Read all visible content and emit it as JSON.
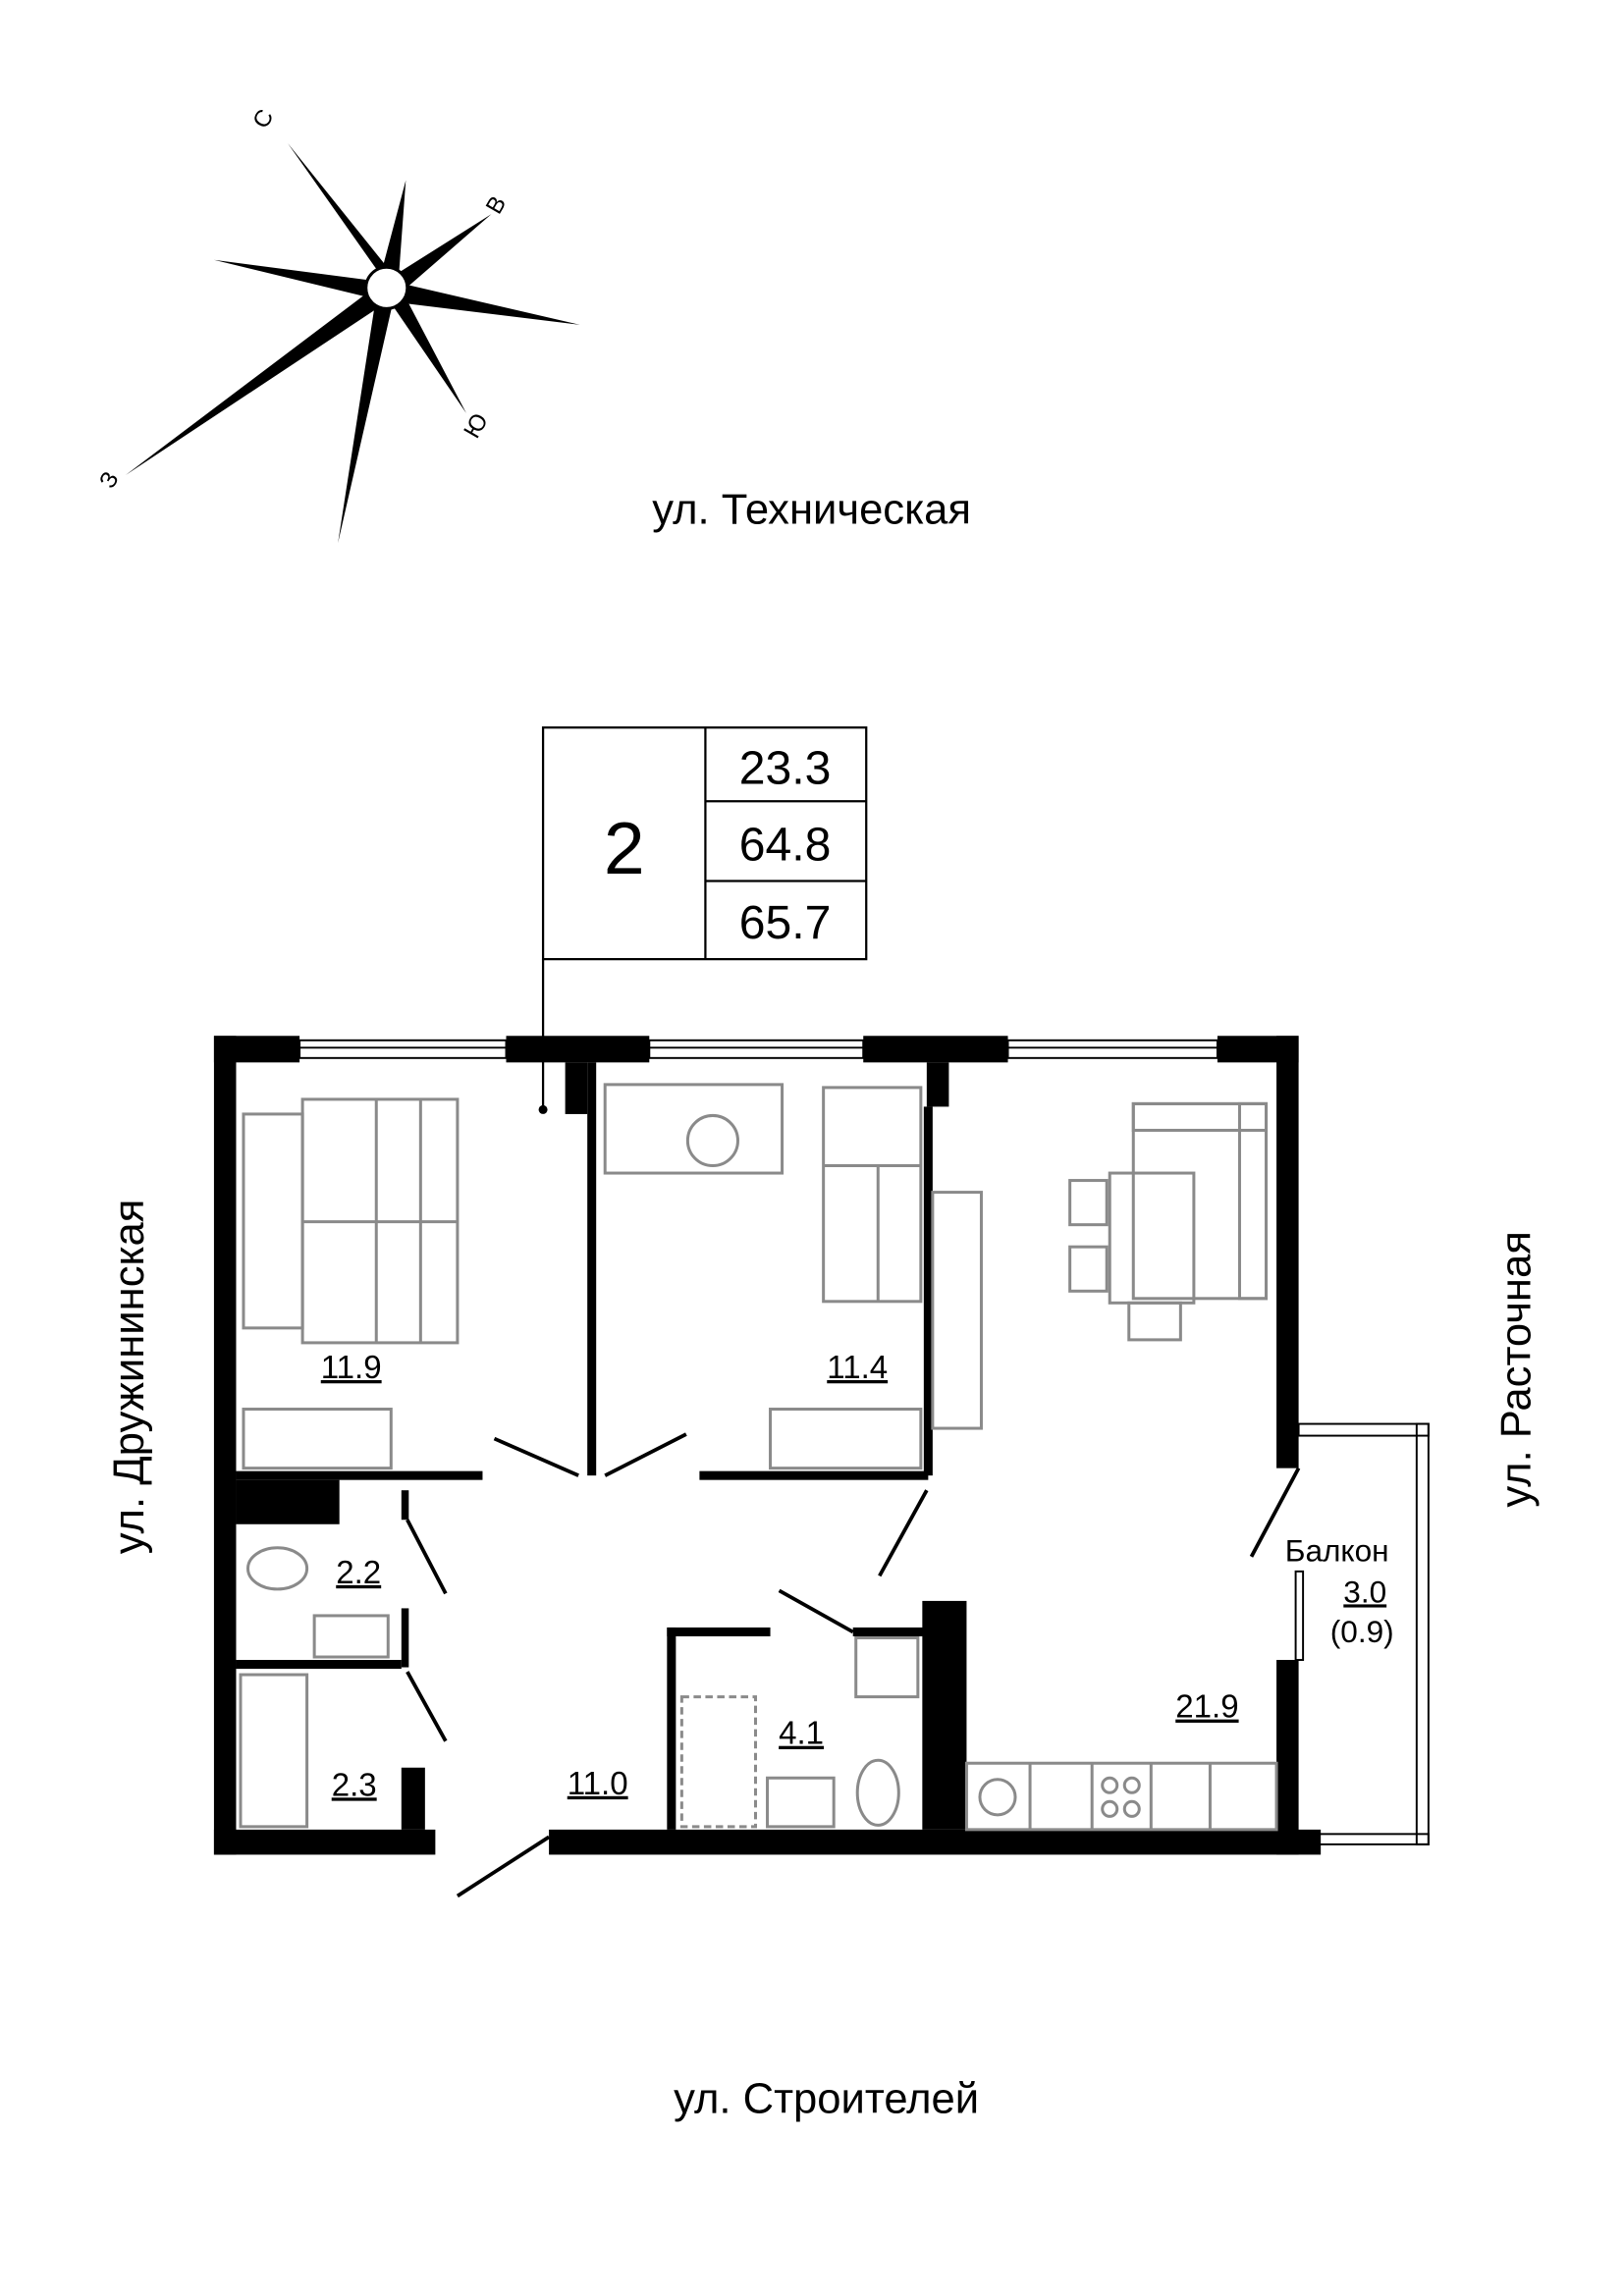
{
  "compass": {
    "north": "С",
    "east": "В",
    "south": "Ю",
    "west": "З"
  },
  "streets": {
    "top": "ул. Техническая",
    "bottom": "ул. Строителей",
    "left": "ул. Дружининская",
    "right": "ул. Расточная"
  },
  "info_box": {
    "rooms": "2",
    "living_area": "23.3",
    "total_area": "64.8",
    "total_with_balcony": "65.7"
  },
  "rooms": {
    "bedroom1": "11.9",
    "bedroom2": "11.4",
    "toilet": "2.2",
    "storage": "2.3",
    "hall": "11.0",
    "bathroom": "4.1",
    "kitchen_living": "21.9",
    "balcony_label": "Балкон",
    "balcony_area": "3.0",
    "balcony_reduced": "(0.9)"
  },
  "colors": {
    "walls": "#000000",
    "furniture": "#8a8a8a"
  }
}
